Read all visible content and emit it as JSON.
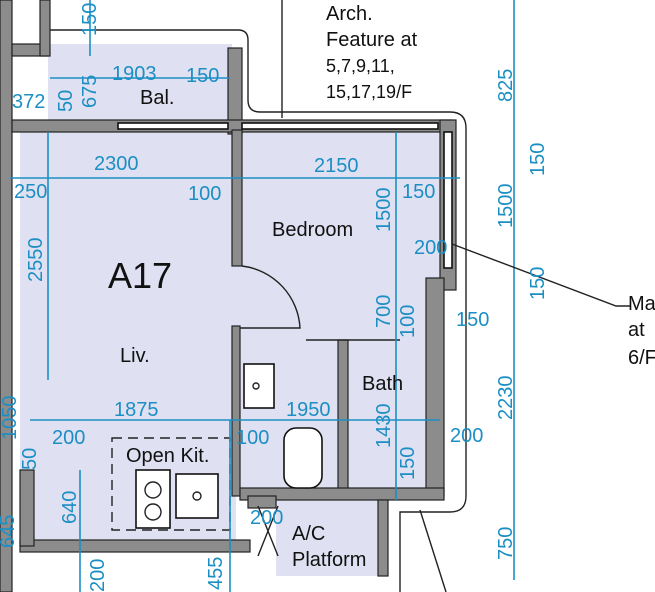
{
  "unit_name": "A17",
  "rooms": {
    "living": "Liv.",
    "bedroom": "Bedroom",
    "bath": "Bath",
    "balcony": "Bal.",
    "kitchen": "Open Kit.",
    "ac_platform_line1": "A/C",
    "ac_platform_line2": "Platform"
  },
  "notes": {
    "arch_line1": "Arch.",
    "arch_line2": "Feature at",
    "arch_line3": "5,7,9,11,",
    "arch_line4": "15,17,19/F",
    "right_line1": "Ma",
    "right_line2": "at",
    "right_line3": "6/F"
  },
  "dims": {
    "d1903": "1903",
    "d150_top": "150",
    "d150_topv": "150",
    "d372": "372",
    "d50": "50",
    "d675": "675",
    "d150_bal": "150",
    "d2300": "2300",
    "d2150": "2150",
    "d250": "250",
    "d100_a": "100",
    "d150_b": "150",
    "d1500_mid": "1500",
    "d200_a": "200",
    "d2550": "2550",
    "d700": "700",
    "d100_b": "100",
    "d150_c": "150",
    "d1875": "1875",
    "d1950": "1950",
    "d1430": "1430",
    "d200_b": "200",
    "d100_c": "100",
    "d200_c": "200",
    "d1050": "1050",
    "d150_d": "150",
    "d640": "640",
    "d645": "645",
    "d50_b": "50",
    "d200_d": "200",
    "d200_e": "200",
    "d455": "455",
    "r825": "825",
    "r150_a": "150",
    "r1500": "1500",
    "r150_b": "150",
    "r2230": "2230",
    "r750": "750"
  },
  "colors": {
    "dimension": "#1b8fc4",
    "room_fill": "#dfe0f1",
    "wall_fill": "#8c8c8c"
  }
}
